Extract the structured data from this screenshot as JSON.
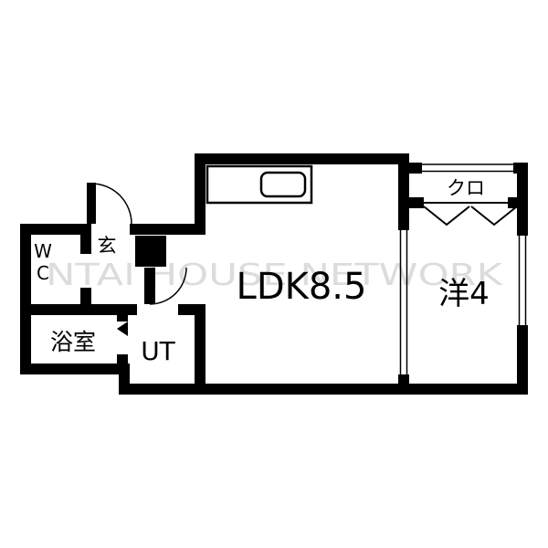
{
  "watermark": {
    "text": "NTAI HOUSE NETWORK"
  },
  "rooms": {
    "ldk": {
      "label": "LDK8.5"
    },
    "western": {
      "label": "洋4"
    },
    "closet": {
      "label": "クロ"
    },
    "entrance": {
      "label": "玄"
    },
    "wc": {
      "line1": "W",
      "line2": "C"
    },
    "bath": {
      "label": "浴室"
    },
    "utility": {
      "label": "UT"
    }
  },
  "colors": {
    "wall": "#000000",
    "background": "#ffffff",
    "watermark": "#d6d6d6"
  }
}
